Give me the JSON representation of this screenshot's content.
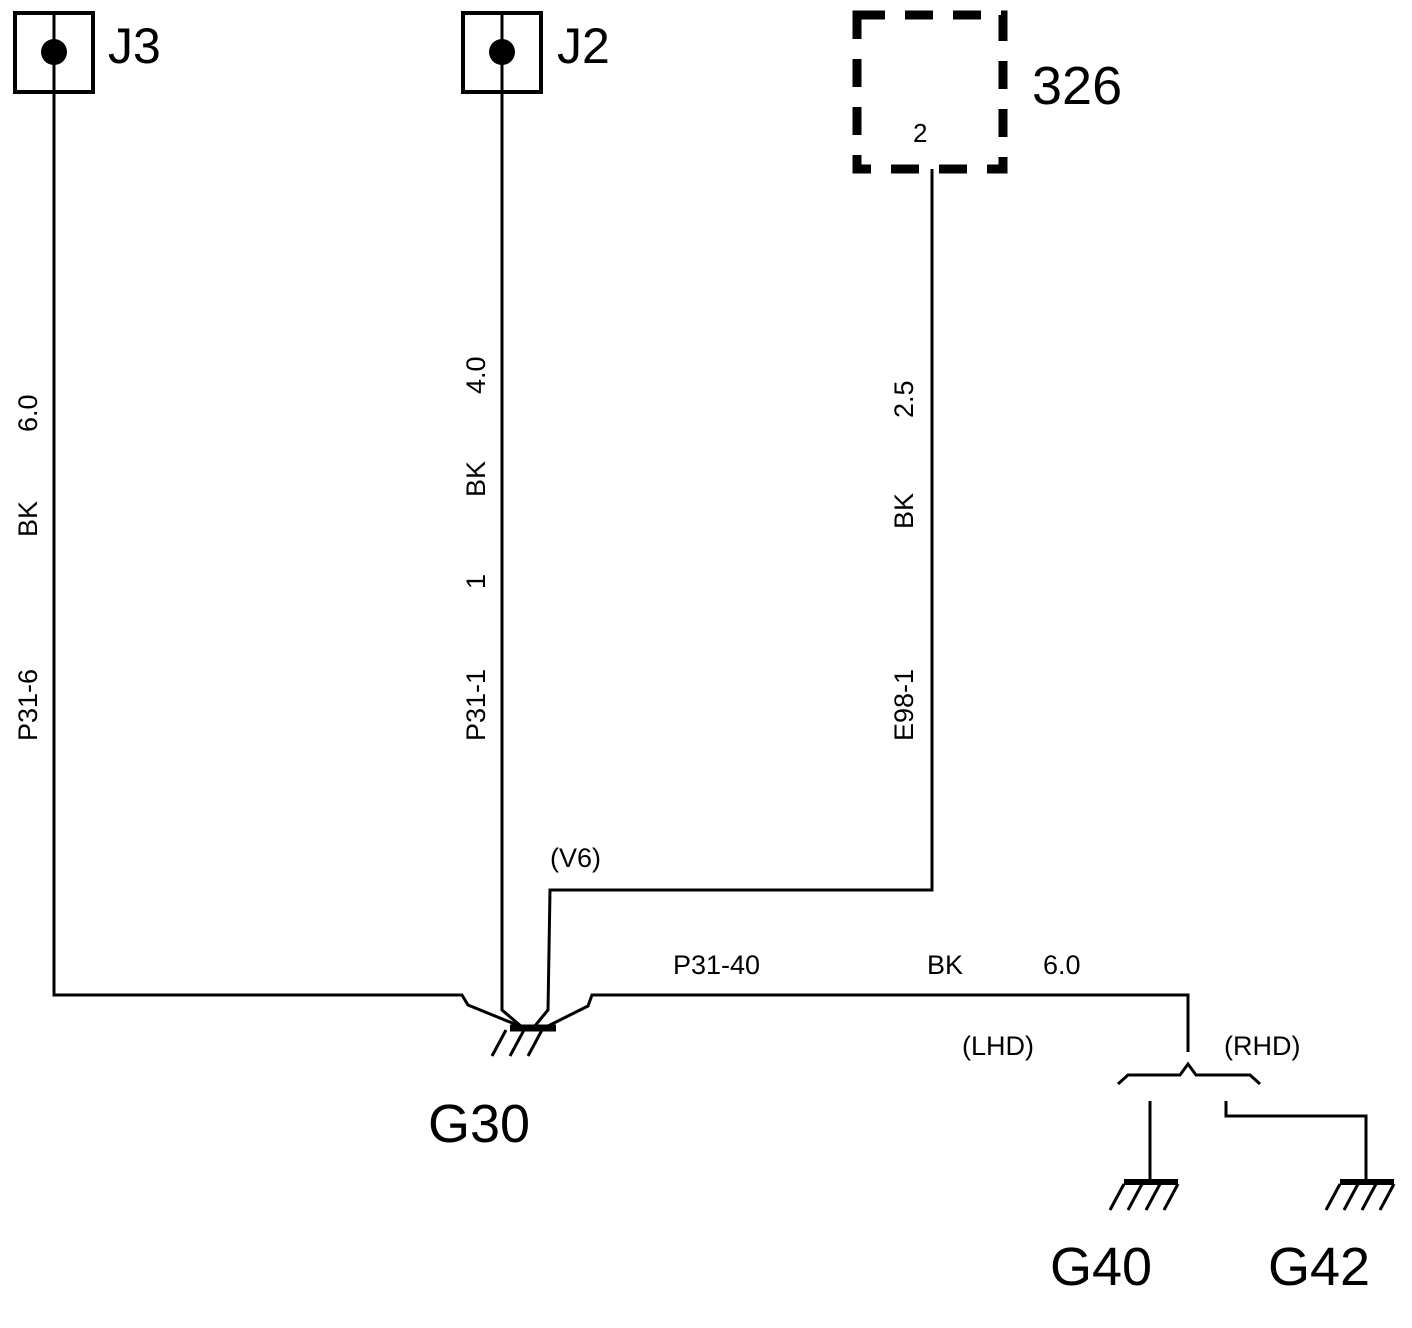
{
  "connectors": {
    "j3": {
      "label": "J3"
    },
    "j2": {
      "label": "J2"
    },
    "c326": {
      "label": "326",
      "pin": "2"
    }
  },
  "wires": {
    "j3_wire": {
      "color": "BK",
      "size": "6.0",
      "circuit": "P31-6"
    },
    "j2_wire": {
      "color": "BK",
      "size": "4.0",
      "pin": "1",
      "circuit": "P31-1"
    },
    "c326_wire": {
      "color": "BK",
      "size": "2.5",
      "circuit": "E98-1",
      "variant": "(V6)"
    },
    "g30_out_wire": {
      "circuit": "P31-40",
      "color": "BK",
      "size": "6.0"
    }
  },
  "branches": {
    "lhd": "(LHD)",
    "rhd": "(RHD)"
  },
  "grounds": {
    "g30": "G30",
    "g40": "G40",
    "g42": "G42"
  }
}
